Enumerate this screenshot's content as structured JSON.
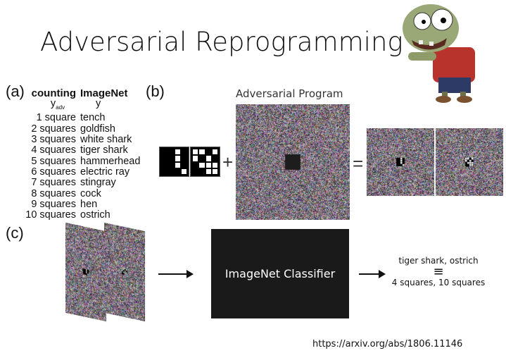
{
  "title": "Adversarial Reprogramming",
  "panel_a": {
    "label": "(a)",
    "col1_header": "counting",
    "col2_header": "ImageNet",
    "col1_sub": "y",
    "col1_sub_sub": "adv",
    "col2_sub": "y",
    "rows": [
      [
        "1 square",
        "tench"
      ],
      [
        "2 squares",
        "goldfish"
      ],
      [
        "3 squares",
        "white shark"
      ],
      [
        "4 squares",
        "tiger shark"
      ],
      [
        "5 squares",
        "hammerhead"
      ],
      [
        "6 squares",
        "electric ray"
      ],
      [
        "7 squares",
        "stingray"
      ],
      [
        "8 squares",
        "cock"
      ],
      [
        "9 squares",
        "hen"
      ],
      [
        "10 squares",
        "ostrich"
      ]
    ]
  },
  "panel_b": {
    "label": "(b)",
    "program_title": "Adversarial Program",
    "plus": "+",
    "equals": "=",
    "grid_4": [
      [
        0,
        0,
        1,
        0
      ],
      [
        0,
        0,
        1,
        0
      ],
      [
        0,
        0,
        1,
        0
      ],
      [
        0,
        0,
        0,
        1
      ]
    ],
    "grid_10": [
      [
        1,
        1,
        0,
        1
      ],
      [
        1,
        0,
        1,
        0
      ],
      [
        0,
        1,
        1,
        1
      ],
      [
        0,
        0,
        1,
        1
      ]
    ]
  },
  "panel_c": {
    "label": "(c)",
    "classifier": "ImageNet Classifier",
    "output_top": "tiger shark, ostrich",
    "equiv": "≡",
    "output_bottom": "4 squares, 10 squares"
  },
  "url": "https://arxiv.org/abs/1806.11146"
}
